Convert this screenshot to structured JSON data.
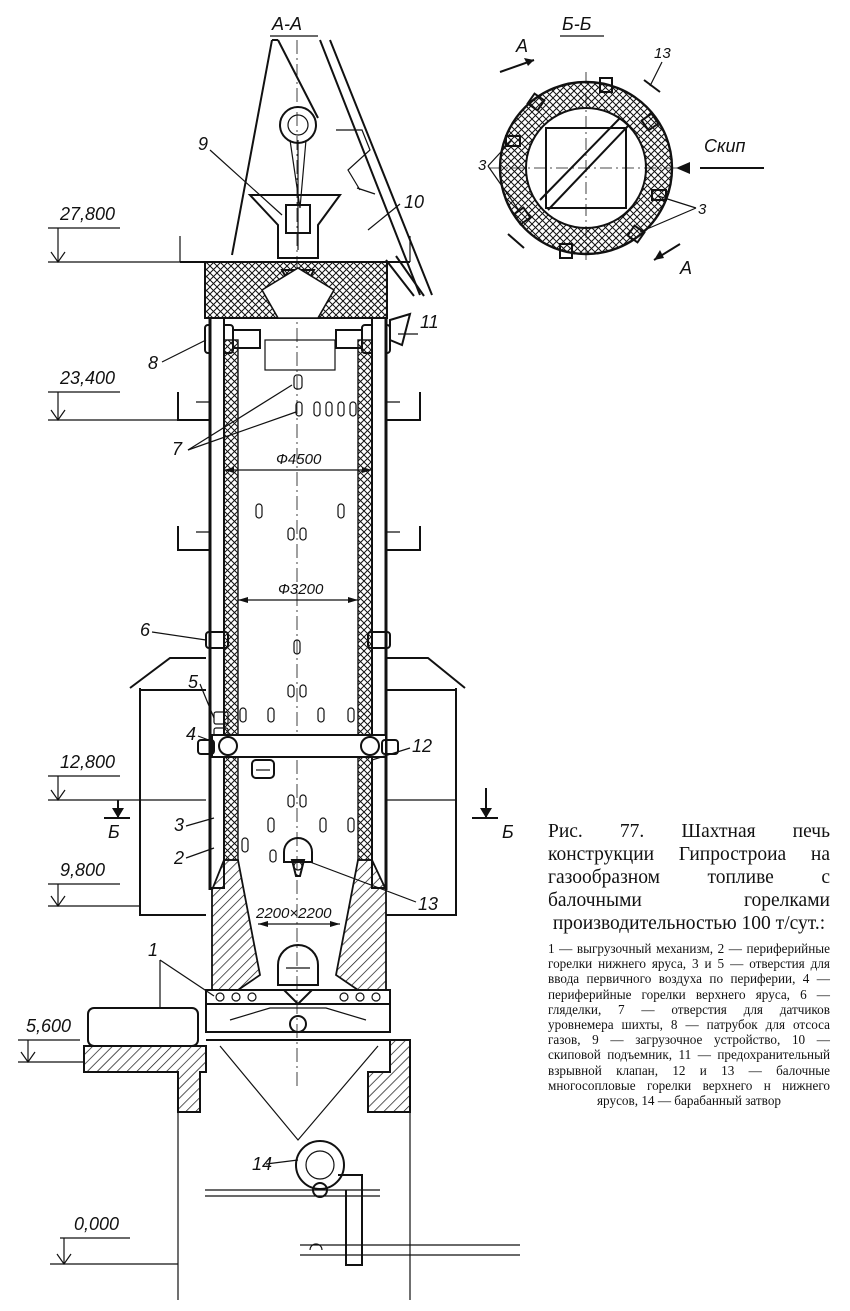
{
  "section_labels": {
    "aa": "А-А",
    "bb": "Б-Б",
    "a_mark": "А",
    "b_mark": "Б",
    "skip": "Скип"
  },
  "elevations": [
    "27,800",
    "23,400",
    "12,800",
    "9,800",
    "5,600",
    "0,000"
  ],
  "dimensions": {
    "d_top": "Ф4500",
    "d_mid": "Ф3200",
    "bottom": "2200×2200"
  },
  "callouts": [
    "1",
    "2",
    "3",
    "4",
    "5",
    "6",
    "7",
    "8",
    "9",
    "10",
    "11",
    "12",
    "13",
    "14"
  ],
  "caption": {
    "title": "Рис. 77. Шахтная печь конструкции Гипростроиа на газообразном топливе с балочными горелками производительностью 100 т/сут.:",
    "legend": "1 — выгрузочный механизм, 2 — периферийные горелки нижнего яруса, 3 и 5 — отверстия для ввода первичного воздуха по периферии, 4 — периферийные горелки верхнего яруса, 6 — гляделки, 7 — отверстия для датчиков уровнемера шихты, 8 — патрубок для отсоса газов, 9 — загрузочное устройство, 10 — скиповой подъемник, 11 — предохранительный взрывной клапан, 12 и 13 — балочные многосопловые горелки верхнего н нижнего ярусов, 14 — барабанный затвор"
  }
}
